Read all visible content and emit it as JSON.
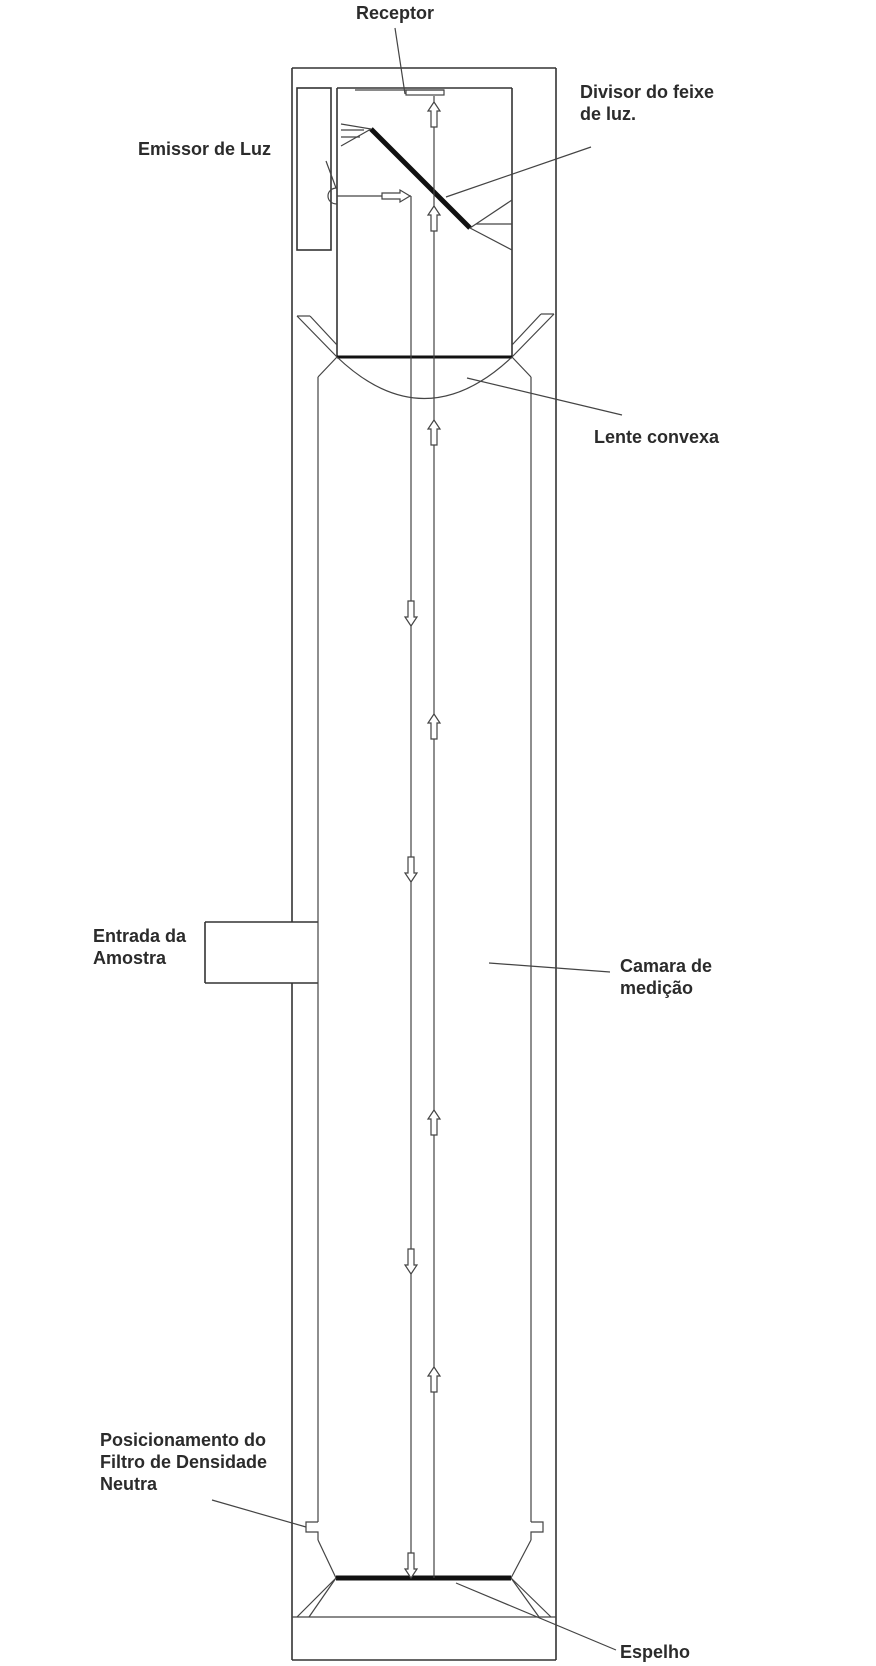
{
  "labels": {
    "receptor": "Receptor",
    "divisor": [
      "Divisor do feixe",
      "de luz."
    ],
    "emissor": "Emissor de Luz",
    "lente": "Lente convexa",
    "entrada": [
      "Entrada da",
      "Amostra"
    ],
    "camara": [
      "Camara de",
      "medição"
    ],
    "posicionamento": [
      "Posicionamento do",
      "Filtro de Densidade",
      "Neutra"
    ],
    "espelho": "Espelho"
  },
  "colors": {
    "line": "#333333",
    "text": "#2b2b2b",
    "background": "#ffffff"
  }
}
